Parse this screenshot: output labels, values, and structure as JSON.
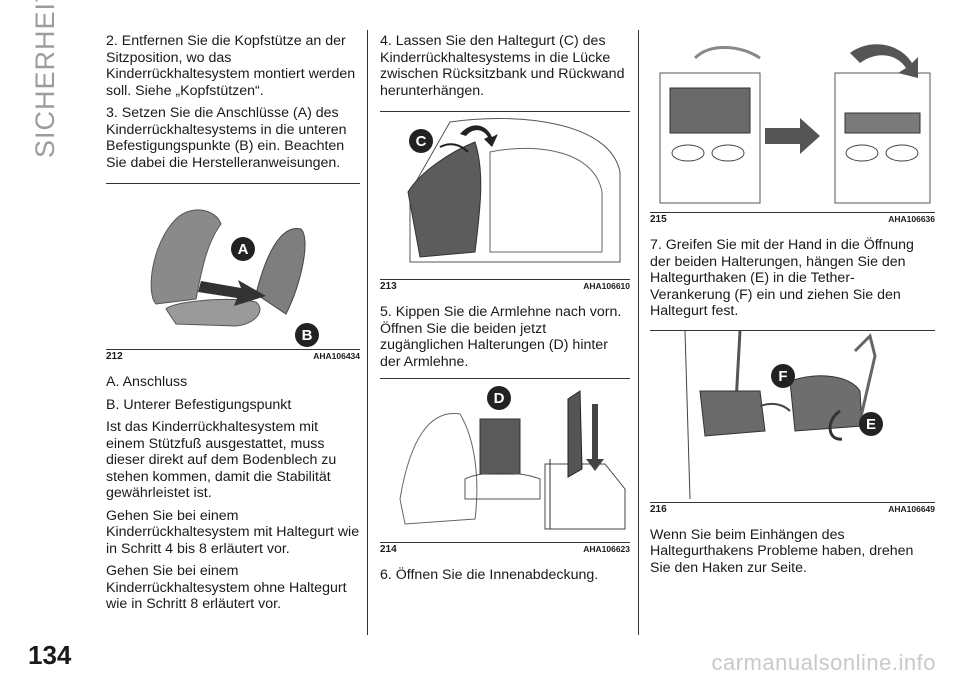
{
  "side_title": "SICHERHEIT",
  "page_number": "134",
  "watermark": "carmanualsonline.info",
  "col1": {
    "p1": "2. Entfernen Sie die Kopfstütze an der Sitzposition, wo das Kinderrückhaltesystem montiert werden soll. Siehe „Kopfstützen“.",
    "p2": "3. Setzen Sie die Anschlüsse (A) des Kinderrückhaltesystems in die unteren Befestigungspunkte (B) ein. Beachten Sie dabei die Herstelleranweisungen.",
    "fig": {
      "num": "212",
      "code": "AHA106434",
      "label_a": "A",
      "label_b": "B"
    },
    "legend_a": "A. Anschluss",
    "legend_b": "B. Unterer Befestigungspunkt",
    "p3": "Ist das Kinderrückhaltesystem mit einem Stützfuß ausgestattet, muss dieser direkt auf dem Bodenblech zu stehen kommen, damit die Stabilität gewährleistet ist.",
    "p4": "Gehen Sie bei einem Kinderrückhaltesystem mit Haltegurt wie in Schritt 4 bis 8 erläutert vor.",
    "p5": "Gehen Sie bei einem Kinderrückhaltesystem ohne Haltegurt wie in Schritt 8 erläutert vor."
  },
  "col2": {
    "p1": "4. Lassen Sie den Haltegurt (C) des Kinderrückhaltesystems in die Lücke zwischen Rücksitzbank und Rückwand herunterhängen.",
    "fig1": {
      "num": "213",
      "code": "AHA106610",
      "label": "C"
    },
    "p2": "5. Kippen Sie die Armlehne nach vorn. Öffnen Sie die beiden jetzt zugänglichen Halterungen (D) hinter der Armlehne.",
    "fig2": {
      "num": "214",
      "code": "AHA106623",
      "label": "D"
    },
    "p3": "6. Öffnen Sie die Innenabdeckung."
  },
  "col3": {
    "fig1": {
      "num": "215",
      "code": "AHA106636"
    },
    "p1": "7. Greifen Sie mit der Hand in die Öffnung der beiden Halterungen, hängen Sie den Haltegurthaken (E) in die Tether-Verankerung (F) ein und ziehen Sie den Haltegurt fest.",
    "fig2": {
      "num": "216",
      "code": "AHA106649",
      "label_f": "F",
      "label_e": "E"
    },
    "p2": "Wenn Sie beim Einhängen des Haltegurthakens Probleme haben, drehen Sie den Haken zur Seite."
  }
}
